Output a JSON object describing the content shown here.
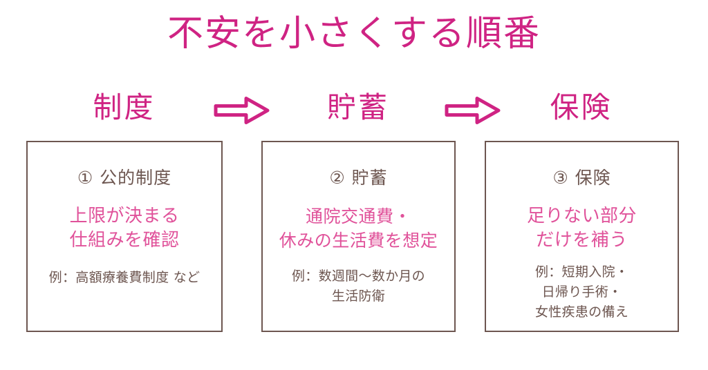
{
  "title": "不安を小さくする順番",
  "colors": {
    "title_pink": "#cf2383",
    "header_pink": "#cf2383",
    "body_pink": "#e0529a",
    "ink_brown": "#6d5650",
    "border_brown": "#6d5650",
    "background": "#ffffff"
  },
  "header": {
    "steps": [
      {
        "label": "制度"
      },
      {
        "label": "貯蓄"
      },
      {
        "label": "保険"
      }
    ],
    "arrows": [
      {
        "name": "arrow-right-icon-1"
      },
      {
        "name": "arrow-right-icon-2"
      }
    ]
  },
  "boxes": [
    {
      "heading": "① 公的制度",
      "main_lines": [
        "上限が決まる",
        "仕組みを確認"
      ],
      "note_lines": [
        "例：高額療養費制度 など"
      ]
    },
    {
      "heading": "② 貯蓄",
      "main_lines": [
        "通院交通費・",
        "休みの生活費を想定"
      ],
      "note_lines": [
        "例：数週間〜数か月の",
        "生活防衛"
      ]
    },
    {
      "heading": "③ 保険",
      "main_lines": [
        "足りない部分",
        "だけを補う"
      ],
      "note_lines": [
        "例：短期入院・",
        "日帰り手術・",
        "女性疾患の備え"
      ]
    }
  ]
}
